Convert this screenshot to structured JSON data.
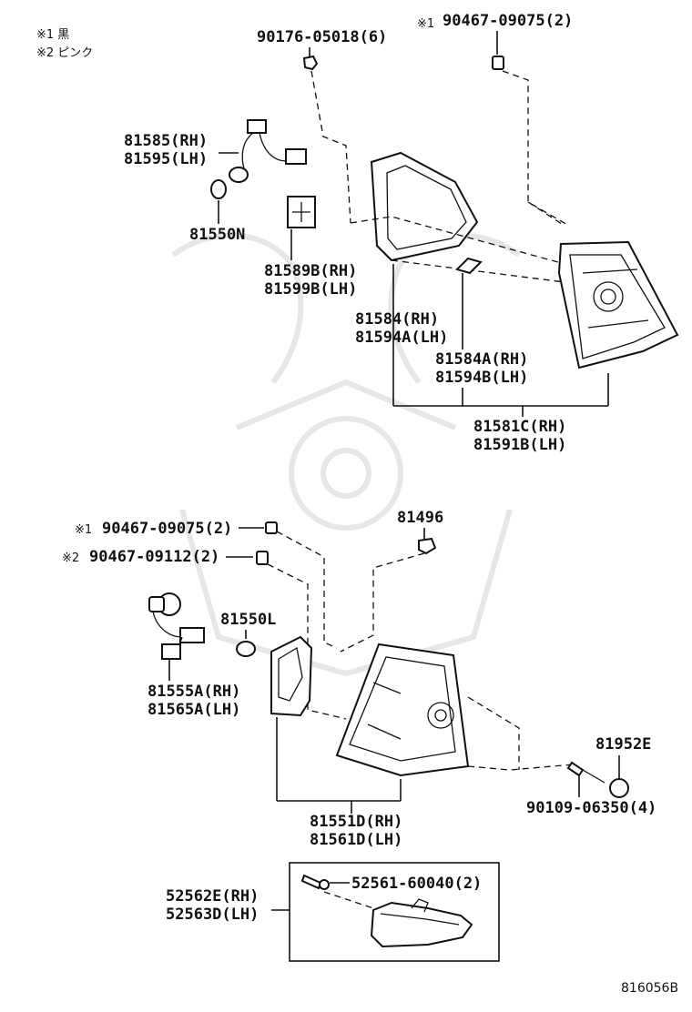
{
  "notes": {
    "note1": "※1 黒",
    "note2": "※2 ピンク"
  },
  "labels": {
    "p90176": "90176-05018(6)",
    "p90467_top": "90467-09075(2)",
    "p90467_top_mark": "※1",
    "p81585": "81585(RH)",
    "p81595": "81595(LH)",
    "p81550n": "81550N",
    "p81589b": "81589B(RH)",
    "p81599b": "81599B(LH)",
    "p81584": "81584(RH)",
    "p81594a": "81594A(LH)",
    "p81584a": "81584A(RH)",
    "p81594b": "81594B(LH)",
    "p81581c": "81581C(RH)",
    "p81591b": "81591B(LH)",
    "p90467_mid_mark": "※1",
    "p90467_mid": "90467-09075(2)",
    "p90467_pink_mark": "※2",
    "p90467_pink": "90467-09112(2)",
    "p81496": "81496",
    "p81550l": "81550L",
    "p81555a": "81555A(RH)",
    "p81565a": "81565A(LH)",
    "p81952e": "81952E",
    "p90109": "90109-06350(4)",
    "p81551d": "81551D(RH)",
    "p81561d": "81561D(LH)",
    "p52561": "52561-60040(2)",
    "p52562e": "52562E(RH)",
    "p52563d": "52563D(LH)"
  },
  "footer": {
    "diagram_code": "816056B"
  }
}
